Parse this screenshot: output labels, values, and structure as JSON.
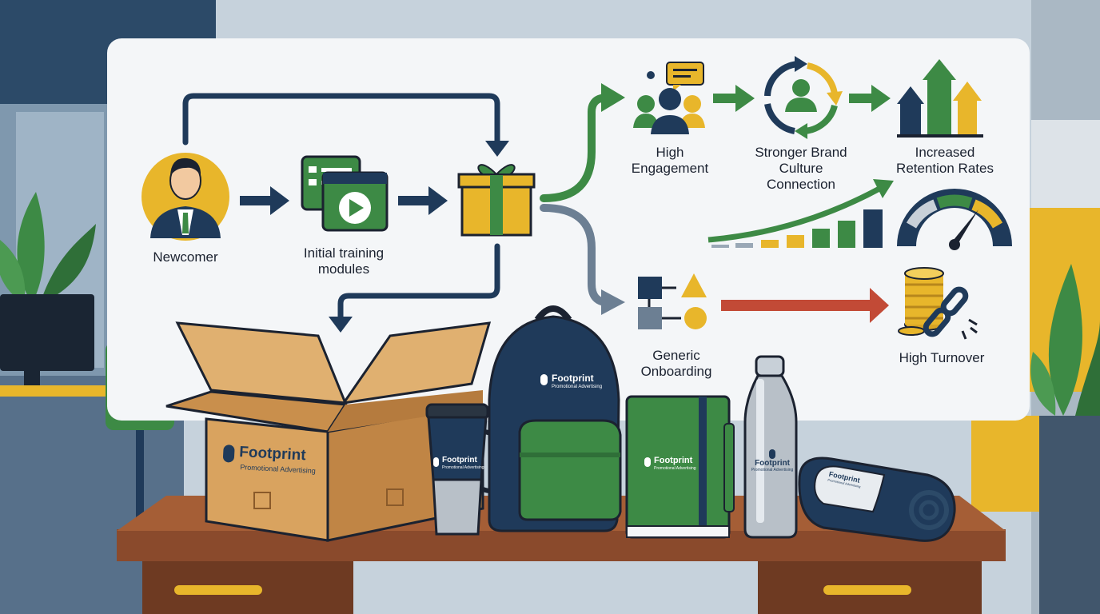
{
  "flow": {
    "newcomer": "Newcomer",
    "training": [
      "Initial training",
      "modules"
    ],
    "engagement": [
      "High",
      "Engagement"
    ],
    "brand_culture": [
      "Stronger Brand",
      "Culture",
      "Connection"
    ],
    "retention": [
      "Increased",
      "Retention Rates"
    ],
    "generic": [
      "Generic",
      "Onboarding"
    ],
    "turnover": "High Turnover"
  },
  "brand": {
    "name": "Footprint",
    "tagline": "Promotional Advertising"
  },
  "colors": {
    "navy": "#1f3a5a",
    "green": "#3d8a45",
    "yellow": "#e8b62b",
    "red": "#c24a36",
    "panel": "#f4f6f8",
    "cardboard": "#d9a35f"
  }
}
